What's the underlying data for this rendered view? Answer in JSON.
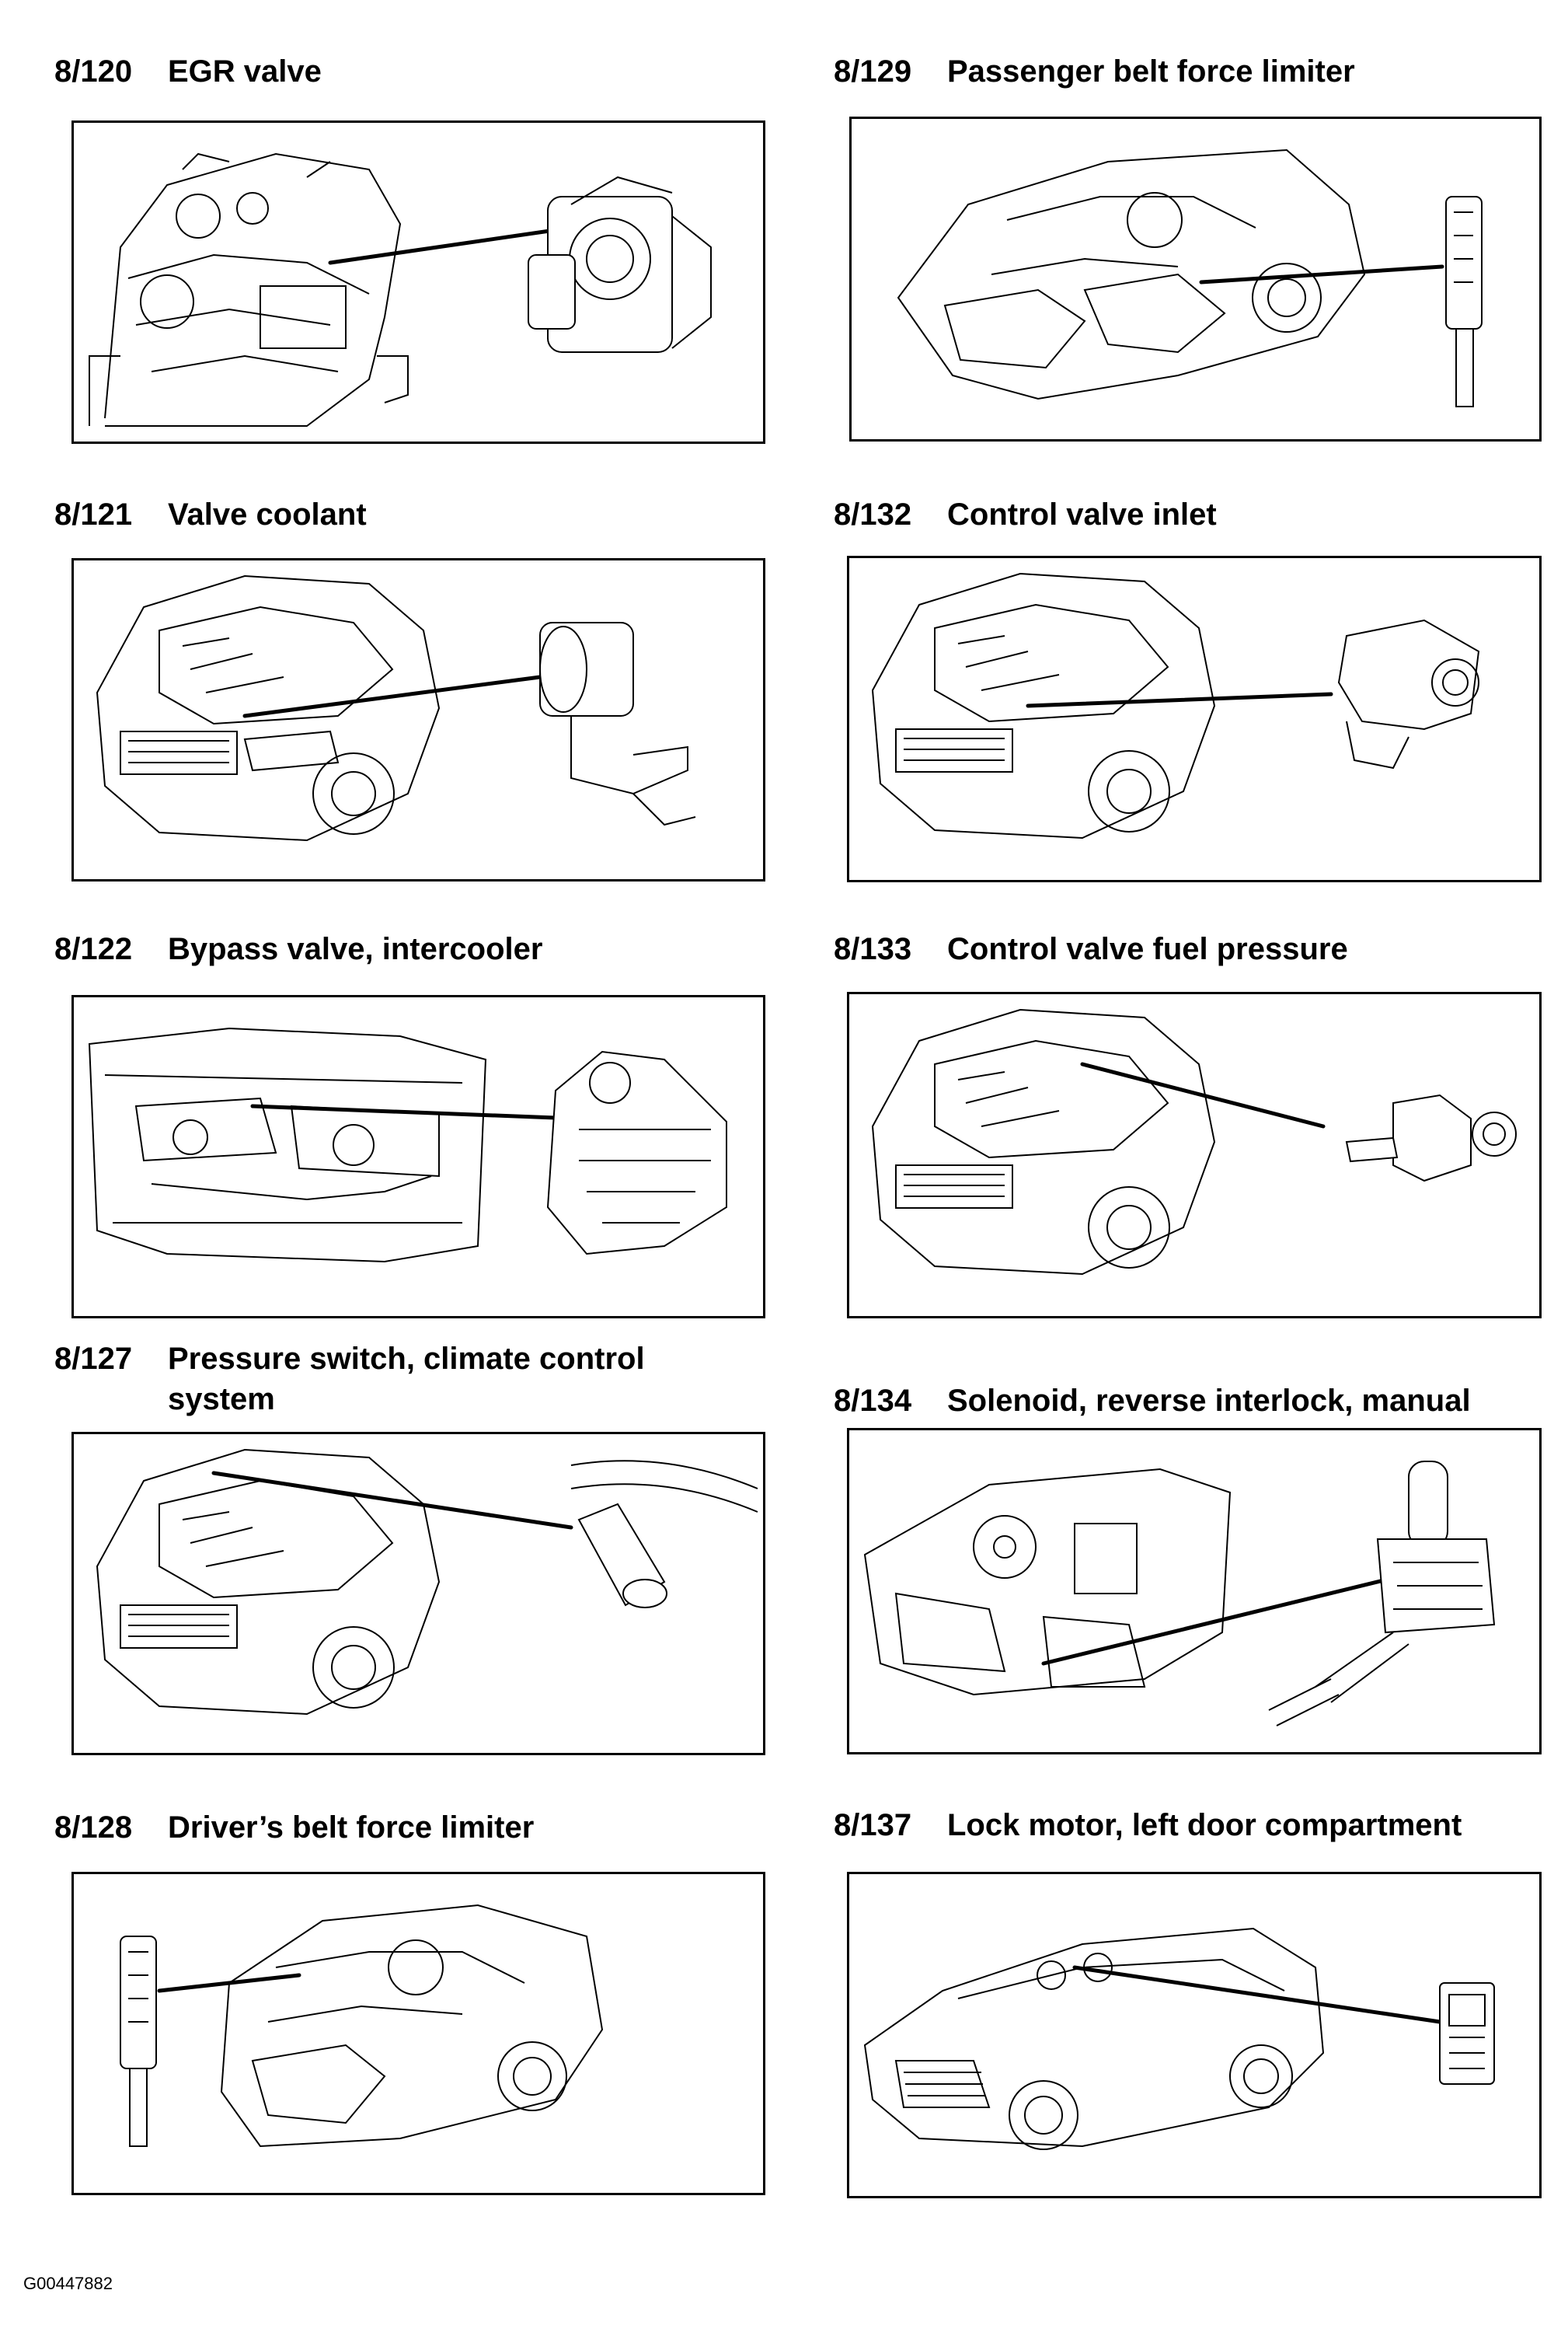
{
  "panels": [
    {
      "code": "8/120",
      "name": "EGR valve"
    },
    {
      "code": "8/129",
      "name": "Passenger belt force limiter"
    },
    {
      "code": "8/121",
      "name": "Valve coolant"
    },
    {
      "code": "8/132",
      "name": "Control valve inlet"
    },
    {
      "code": "8/122",
      "name": "Bypass valve, intercooler"
    },
    {
      "code": "8/133",
      "name": "Control valve fuel pressure"
    },
    {
      "code": "8/127",
      "name": "Pressure switch, climate control system"
    },
    {
      "code": "8/134",
      "name": "Solenoid, reverse interlock, manual"
    },
    {
      "code": "8/128",
      "name": "Driver’s belt force limiter"
    },
    {
      "code": "8/137",
      "name": "Lock motor, left door compartment"
    }
  ],
  "footer": {
    "image_id": "G00447882"
  }
}
